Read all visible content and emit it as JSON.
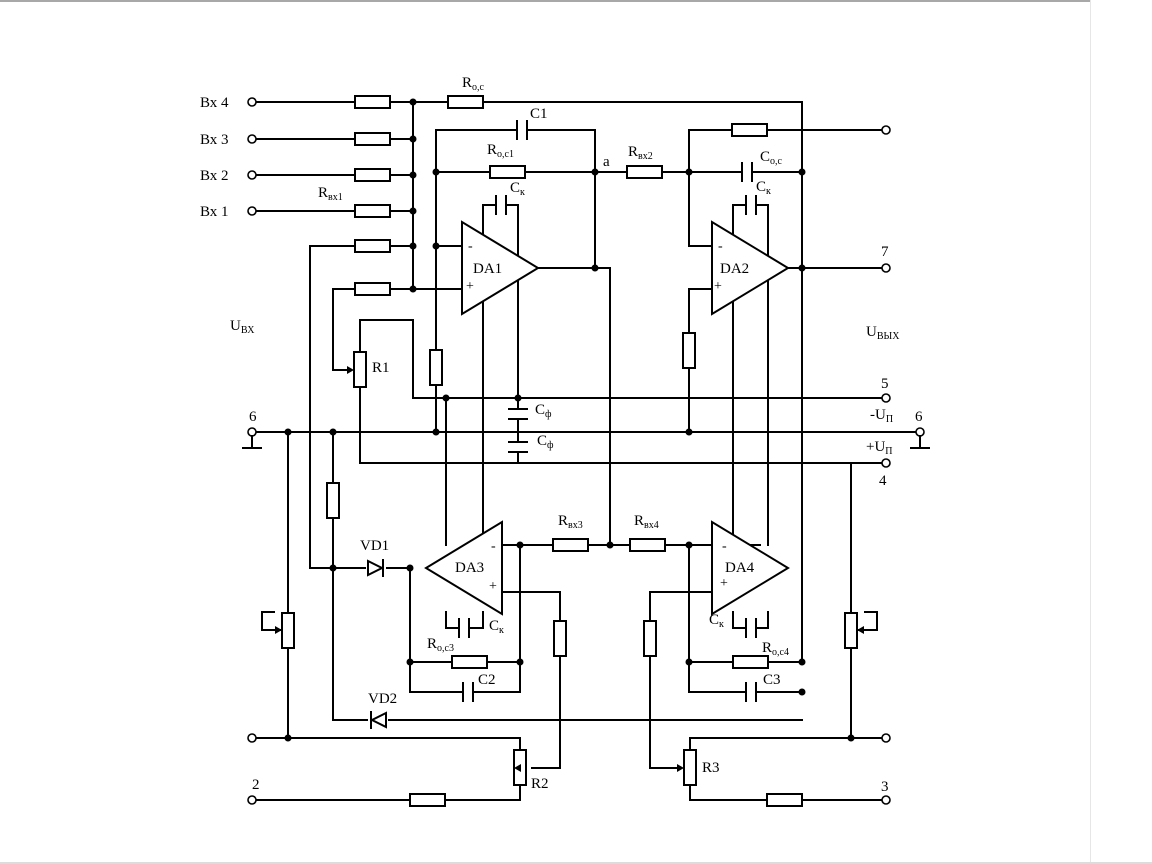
{
  "diagram": {
    "inputs": {
      "in4": "Вх 4",
      "in3": "Вх 3",
      "in2": "Вх 2",
      "in1": "Вх 1"
    },
    "side_labels": {
      "u_in_main": "U",
      "u_in_sub": "ВХ",
      "u_out_main": "U",
      "u_out_sub": "ВЫХ",
      "minus_supply_main": "-U",
      "minus_supply_sub": "П",
      "plus_supply_main": "+U",
      "plus_supply_sub": "П"
    },
    "terminals": {
      "t7": "7",
      "t5": "5",
      "t6_left": "6",
      "t6_right": "6",
      "t4": "4",
      "t2": "2",
      "t3": "3"
    },
    "opamps": {
      "da1": "DA1",
      "da2": "DA2",
      "da3": "DA3",
      "da4": "DA4",
      "minus": "-",
      "plus": "+"
    },
    "components": {
      "r_main": "R",
      "c_main": "C",
      "roc_sub": "o,c",
      "roc1_sub": "o,c1",
      "roc3_sub": "o,c3",
      "roc4_sub": "o,c4",
      "rvx1_sub": "вх1",
      "rvx2_sub": "вх2",
      "rvx3_sub": "вх3",
      "rvx4_sub": "вх4",
      "coc_sub": "o,c",
      "ck_sub": "к",
      "cf_sub": "ф",
      "c1": "C1",
      "c2": "C2",
      "c3": "C3",
      "r1": "R1",
      "r2": "R2",
      "r3": "R3",
      "vd1": "VD1",
      "vd2": "VD2",
      "node_a": "a"
    }
  }
}
